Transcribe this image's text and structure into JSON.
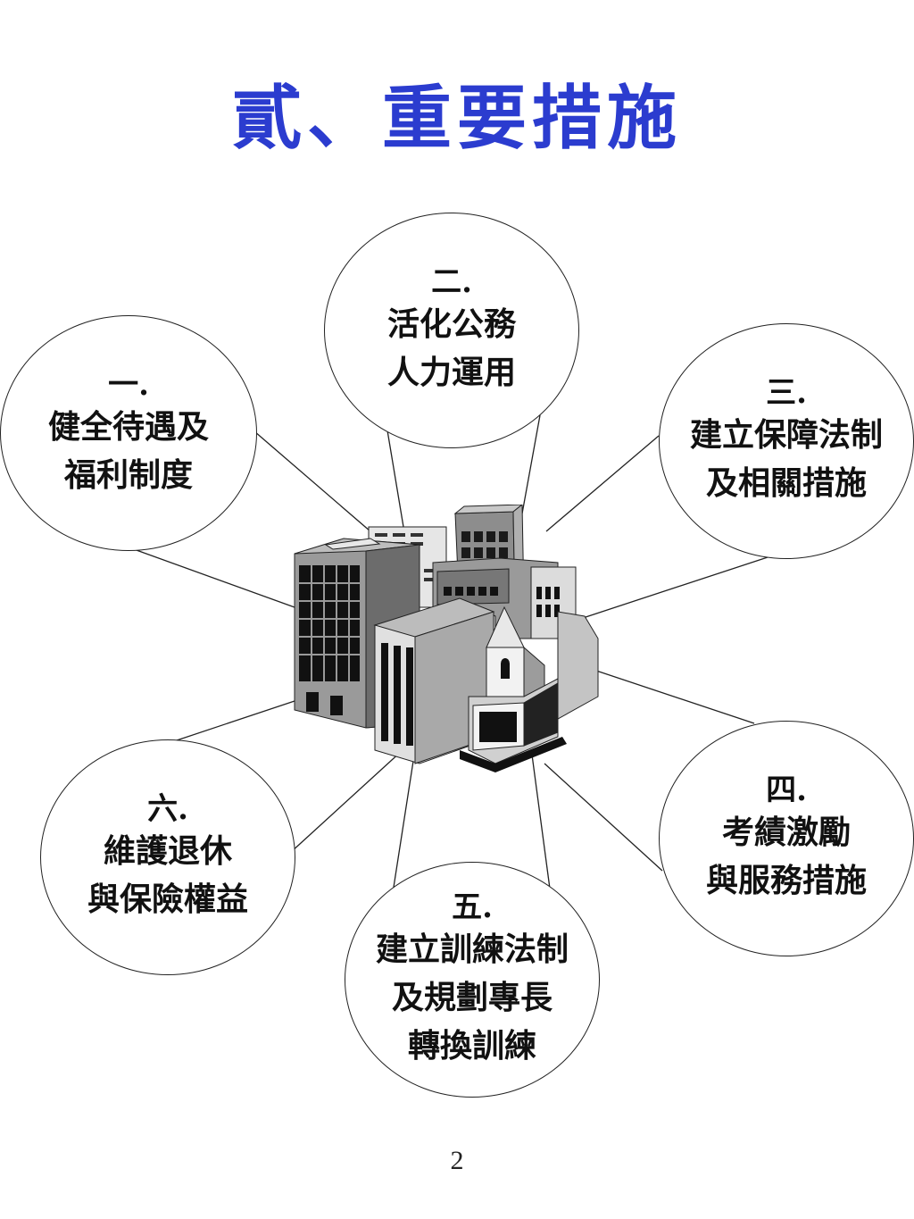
{
  "title": "貳、重要措施",
  "nodes": [
    {
      "number": "一.",
      "lines": [
        "健全待遇及",
        "福利制度"
      ]
    },
    {
      "number": "二.",
      "lines": [
        "活化公務",
        "人力運用"
      ]
    },
    {
      "number": "三.",
      "lines": [
        "建立保障法制",
        "及相關措施"
      ]
    },
    {
      "number": "四.",
      "lines": [
        "考績激勵",
        "與服務措施"
      ]
    },
    {
      "number": "五.",
      "lines": [
        "建立訓練法制",
        "及規劃專長",
        "轉換訓練"
      ]
    },
    {
      "number": "六.",
      "lines": [
        "維護退休",
        "與保險權益"
      ]
    }
  ],
  "center_image": "office-buildings-clipart",
  "page_number": "2",
  "colors": {
    "title": "#2b3ccf",
    "line": "#222222"
  }
}
